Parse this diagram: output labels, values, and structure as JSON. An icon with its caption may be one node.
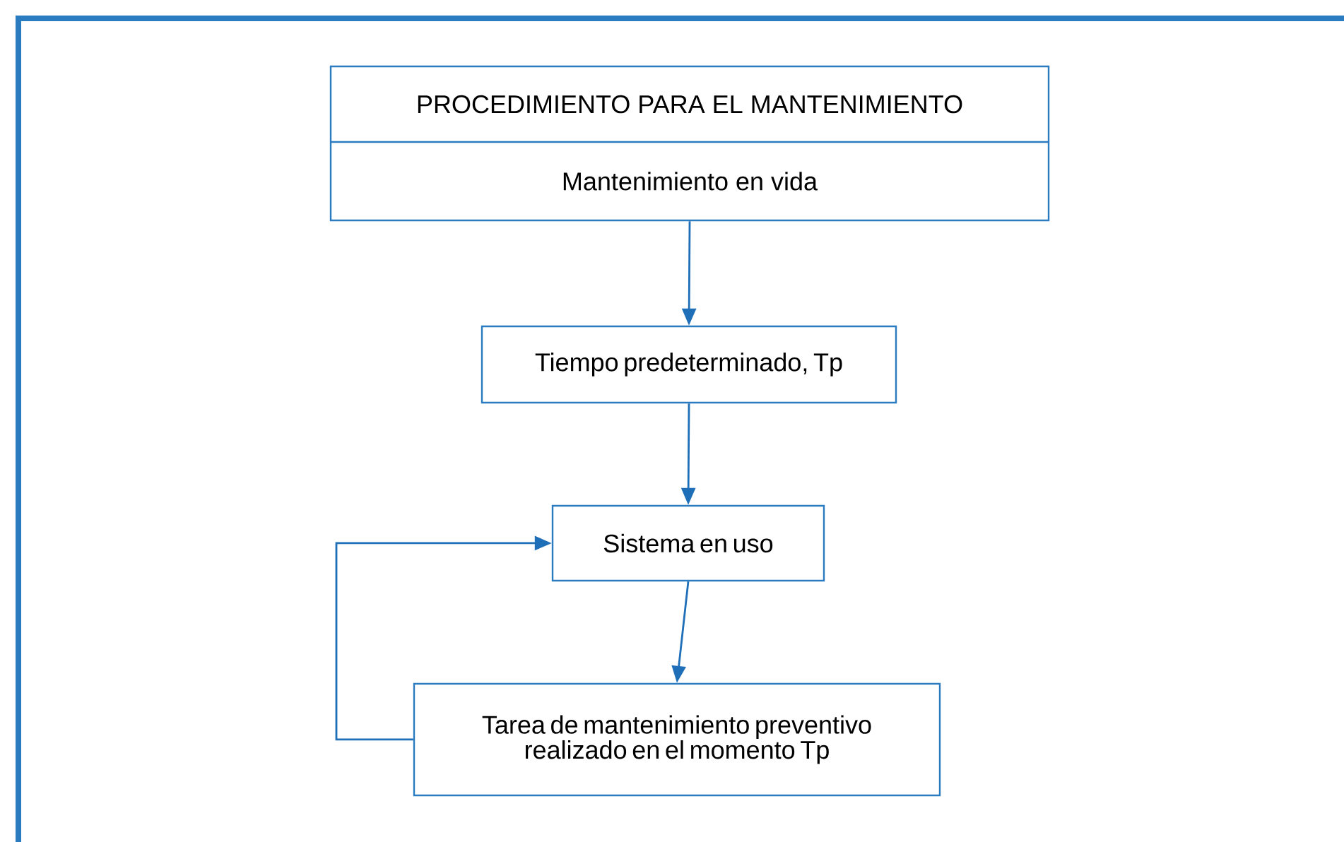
{
  "diagram": {
    "nodes": [
      {
        "text": [
          "PROCEDIMIENTO PARA EL MANTENIMIENTO",
          "Mantenimiento en vida"
        ]
      },
      {
        "text": [
          "Tiempo predeterminado, Tp"
        ]
      },
      {
        "text": [
          "Sistema en uso"
        ]
      },
      {
        "text": [
          "Tarea de mantenimiento preventivo realizado en el momento Tp"
        ]
      }
    ],
    "edges": [
      {
        "from": 0,
        "to": 1,
        "arrow": "to"
      },
      {
        "from": 1,
        "to": 2,
        "arrow": "to"
      },
      {
        "from": 2,
        "to": 3,
        "arrow": "to"
      },
      {
        "from": 3,
        "to": 2,
        "arrow": "to"
      }
    ]
  }
}
